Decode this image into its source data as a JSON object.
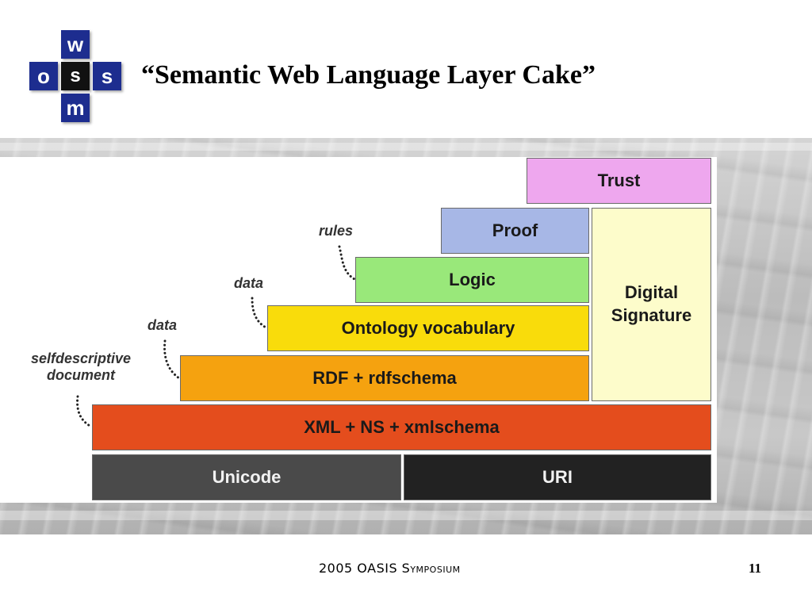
{
  "logo": {
    "letters": {
      "top": "w",
      "left": "o",
      "center": "s",
      "right": "s",
      "bottom": "m"
    },
    "color": "#1d2d8f"
  },
  "title": "“Semantic Web Language Layer Cake”",
  "diagram": {
    "layers": [
      {
        "id": "trust",
        "label": "Trust",
        "color": "#eea7ee"
      },
      {
        "id": "proof",
        "label": "Proof",
        "color": "#a7b7e6"
      },
      {
        "id": "logic",
        "label": "Logic",
        "color": "#99e87a"
      },
      {
        "id": "ontology",
        "label": "Ontology vocabulary",
        "color": "#f9dc0b"
      },
      {
        "id": "rdf",
        "label": "RDF + rdfschema",
        "color": "#f5a20f"
      },
      {
        "id": "xml",
        "label": "XML + NS + xmlschema",
        "color": "#e44d1d"
      },
      {
        "id": "unicode",
        "label": "Unicode",
        "color": "#4a4a4a"
      },
      {
        "id": "uri",
        "label": "URI",
        "color": "#222222"
      },
      {
        "id": "digital_signature",
        "label": "Digital Signature",
        "color": "#fdfccb"
      }
    ],
    "annotations": {
      "rules": "rules",
      "data_upper": "data",
      "data_lower": "data",
      "selfdescriptive": "selfdescriptive document"
    }
  },
  "footer": {
    "text": "2005 OASIS Symposium",
    "page_number": "11"
  }
}
